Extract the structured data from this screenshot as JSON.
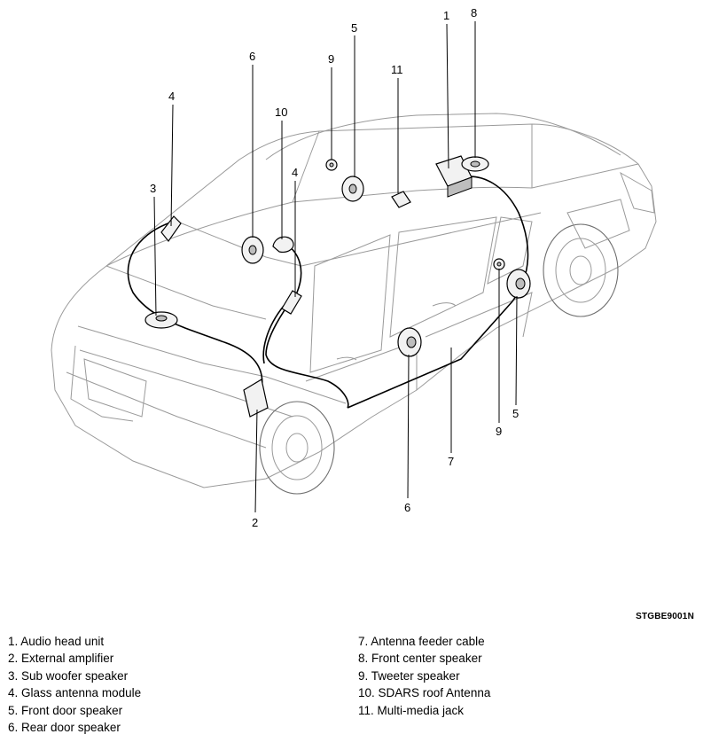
{
  "figure_code": "STGBE9001N",
  "callouts": {
    "c1": "1",
    "c2": "2",
    "c3": "3",
    "c4a": "4",
    "c4b": "4",
    "c5a": "5",
    "c5b": "5",
    "c6a": "6",
    "c6b": "6",
    "c7": "7",
    "c8": "8",
    "c9a": "9",
    "c9b": "9",
    "c10": "10",
    "c11": "11"
  },
  "legend": {
    "left": [
      "1. Audio head unit",
      "2. External amplifier",
      "3. Sub woofer speaker",
      "4. Glass antenna module",
      "5. Front door speaker",
      "6. Rear door speaker"
    ],
    "right": [
      "7. Antenna feeder cable",
      "8. Front center speaker",
      "9. Tweeter speaker",
      "10. SDARS roof Antenna",
      "11. Multi-media jack"
    ]
  }
}
